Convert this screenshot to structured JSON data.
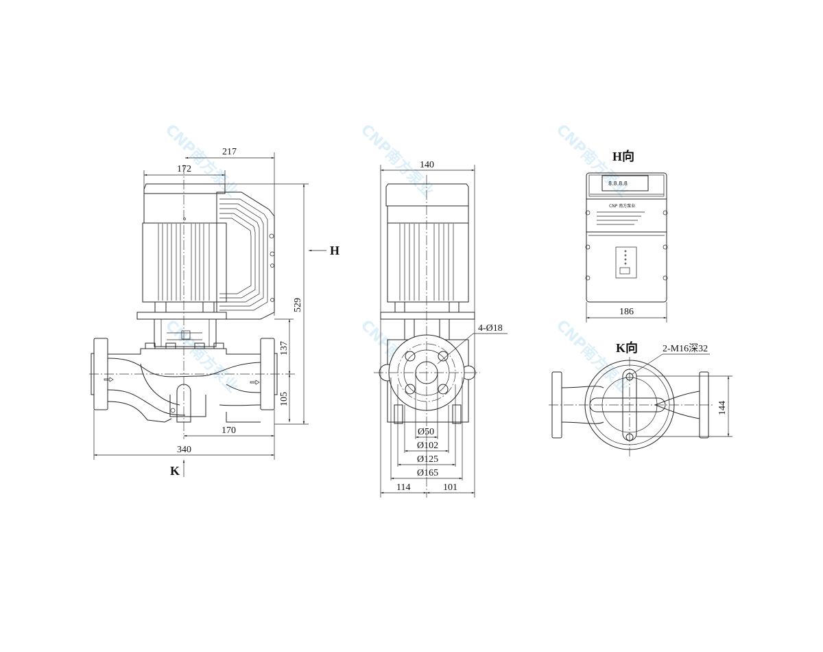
{
  "drawing": {
    "watermark": "CNP南方泵业",
    "front_view": {
      "dims": {
        "d217": "217",
        "d172": "172",
        "d529": "529",
        "d137": "137",
        "d105": "105",
        "d170": "170",
        "d340": "340"
      },
      "arrow_h": "H",
      "arrow_k": "K"
    },
    "side_view": {
      "dims": {
        "d140": "140",
        "bolts": "4-Ø18",
        "d50": "Ø50",
        "d102": "Ø102",
        "d125": "Ø125",
        "d165": "Ø165",
        "d114": "114",
        "d101": "101"
      }
    },
    "h_view": {
      "title": "H向",
      "display": "8.8.8.8",
      "brand": "CNP 南方泵业",
      "d186": "186"
    },
    "k_view": {
      "title": "K向",
      "thread": "2-M16深32",
      "d144": "144"
    }
  }
}
